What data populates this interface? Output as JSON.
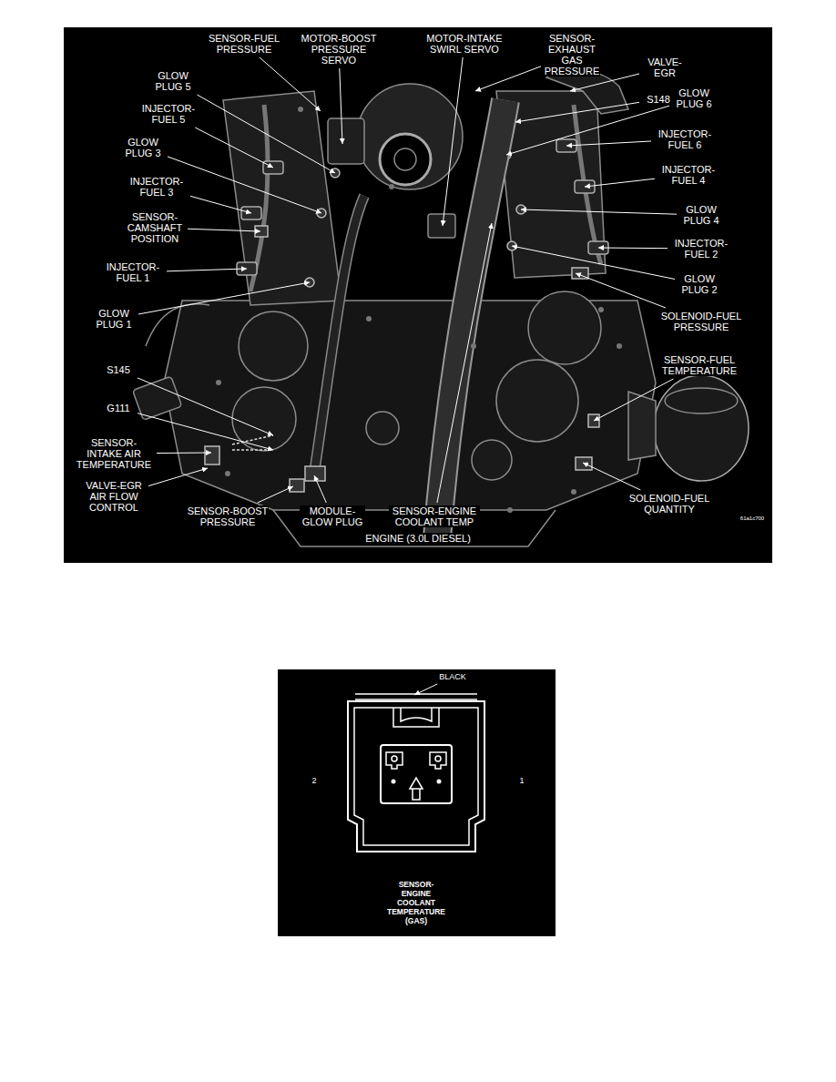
{
  "diagram": {
    "caption": "ENGINE (3.0L DIESEL)",
    "labels": [
      "SENSOR-FUEL PRESSURE",
      "MOTOR-BOOST PRESSURE SERVO",
      "MOTOR-INTAKE SWIRL SERVO",
      "SENSOR- EXHAUST GAS PRESSURE",
      "VALVE- EGR",
      "GLOW PLUG 5",
      "S148",
      "GLOW PLUG 6",
      "INJECTOR- FUEL 5",
      "INJECTOR- FUEL 6",
      "GLOW PLUG 3",
      "INJECTOR- FUEL 4",
      "INJECTOR- FUEL 3",
      "GLOW PLUG 4",
      "SENSOR- CAMSHAFT POSITION",
      "INJECTOR- FUEL 2",
      "INJECTOR- FUEL 1",
      "GLOW PLUG 2",
      "GLOW PLUG 1",
      "SOLENOID-FUEL PRESSURE",
      "SENSOR-FUEL TEMPERATURE",
      "S145",
      "G111",
      "SENSOR- INTAKE AIR TEMPERATURE",
      "VALVE-EGR AIR FLOW CONTROL",
      "SENSOR-BOOST PRESSURE",
      "MODULE- GLOW PLUG",
      "SENSOR-ENGINE COOLANT TEMP",
      "SOLENOID-FUEL QUANTITY",
      "61a1c700",
      "BLACK",
      "2",
      "1",
      "SENSOR- ENGINE COOLANT TEMPERATURE (GAS)"
    ]
  }
}
